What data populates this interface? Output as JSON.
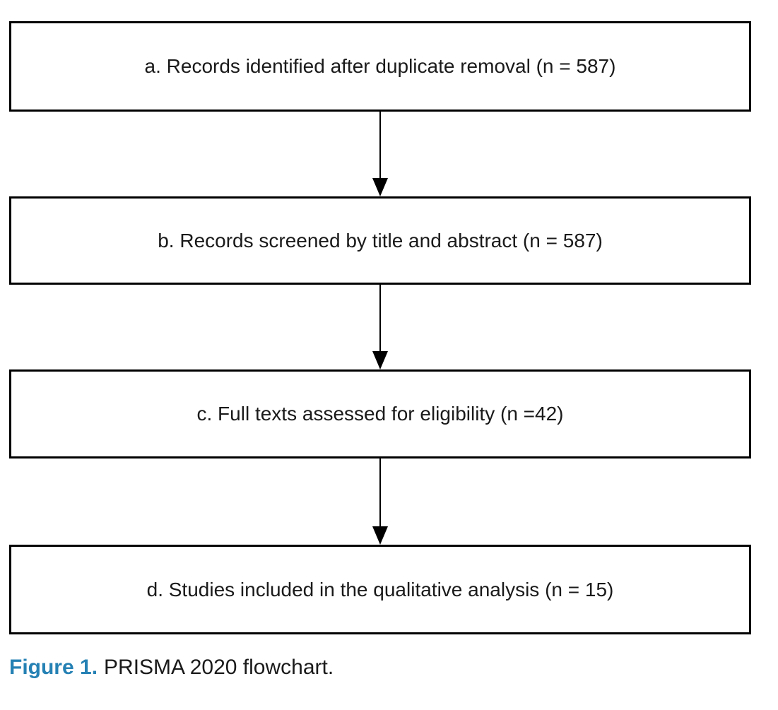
{
  "flowchart": {
    "boxes": [
      {
        "id": "a",
        "label": "a. Records identified after duplicate removal (n = 587)"
      },
      {
        "id": "b",
        "label": "b. Records screened by title and abstract (n = 587)"
      },
      {
        "id": "c",
        "label": "c. Full texts assessed for eligibility (n =42)"
      },
      {
        "id": "d",
        "label": "d. Studies included in the qualitative analysis (n = 15)"
      }
    ],
    "arrow_count": 3
  },
  "caption": {
    "label": "Figure 1.",
    "text": "PRISMA 2020 flowchart."
  },
  "colors": {
    "caption_accent": "#2581b4",
    "box_border": "#000000",
    "text": "#1a1a1a",
    "background": "#ffffff"
  }
}
